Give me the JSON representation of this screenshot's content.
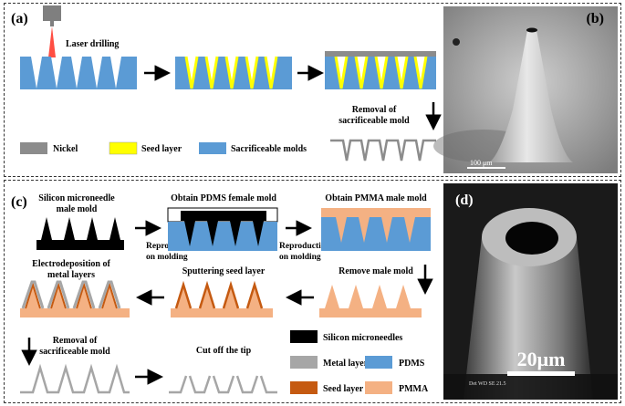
{
  "panel_a": {
    "letter": "(a)",
    "step1_label": "Laser drilling",
    "step4_label_line1": "Removal of",
    "step4_label_line2": "sacrificeable mold",
    "legend": {
      "nickel": "Nickel",
      "seed": "Seed layer",
      "sacrificial": "Sacrificeable molds"
    }
  },
  "panel_b": {
    "letter": "(b)",
    "scale_text": "100 μm"
  },
  "panel_c": {
    "letter": "(c)",
    "s1_line1": "Silicon microneedle",
    "s1_line2": "male mold",
    "s2_label": "Obtain PDMS female mold",
    "s3_label": "Obtain PMMA male mold",
    "rep1_line1": "Reproducti",
    "rep1_line2": "on molding",
    "rep2_line1": "Reproducti",
    "rep2_line2": "on molding",
    "s4_label": "Remove male mold",
    "s5_label": "Sputtering seed layer",
    "s6_line1": "Electrodeposition of",
    "s6_line2": "metal layers",
    "s7_line1": "Removal of",
    "s7_line2": "sacrificeable mold",
    "s8_label": "Cut off the tip",
    "legend": {
      "silicon": "Silicon microneedles",
      "metal": "Metal layer",
      "pdms": "PDMS",
      "seed": "Seed layer",
      "pmma": "PMMA"
    }
  },
  "panel_d": {
    "letter": "(d)",
    "scale_text": "20μm",
    "info": "Det  WD\nSE  21.5"
  },
  "colors": {
    "sacrificial_blue": "#5b9bd5",
    "nickel_gray": "#8c8c8c",
    "seed_yellow": "#ffff00",
    "pmma_peach": "#f4b183",
    "seed_brown": "#c55a11",
    "metal_gray": "#a6a6a6",
    "silicon_black": "#000000"
  }
}
